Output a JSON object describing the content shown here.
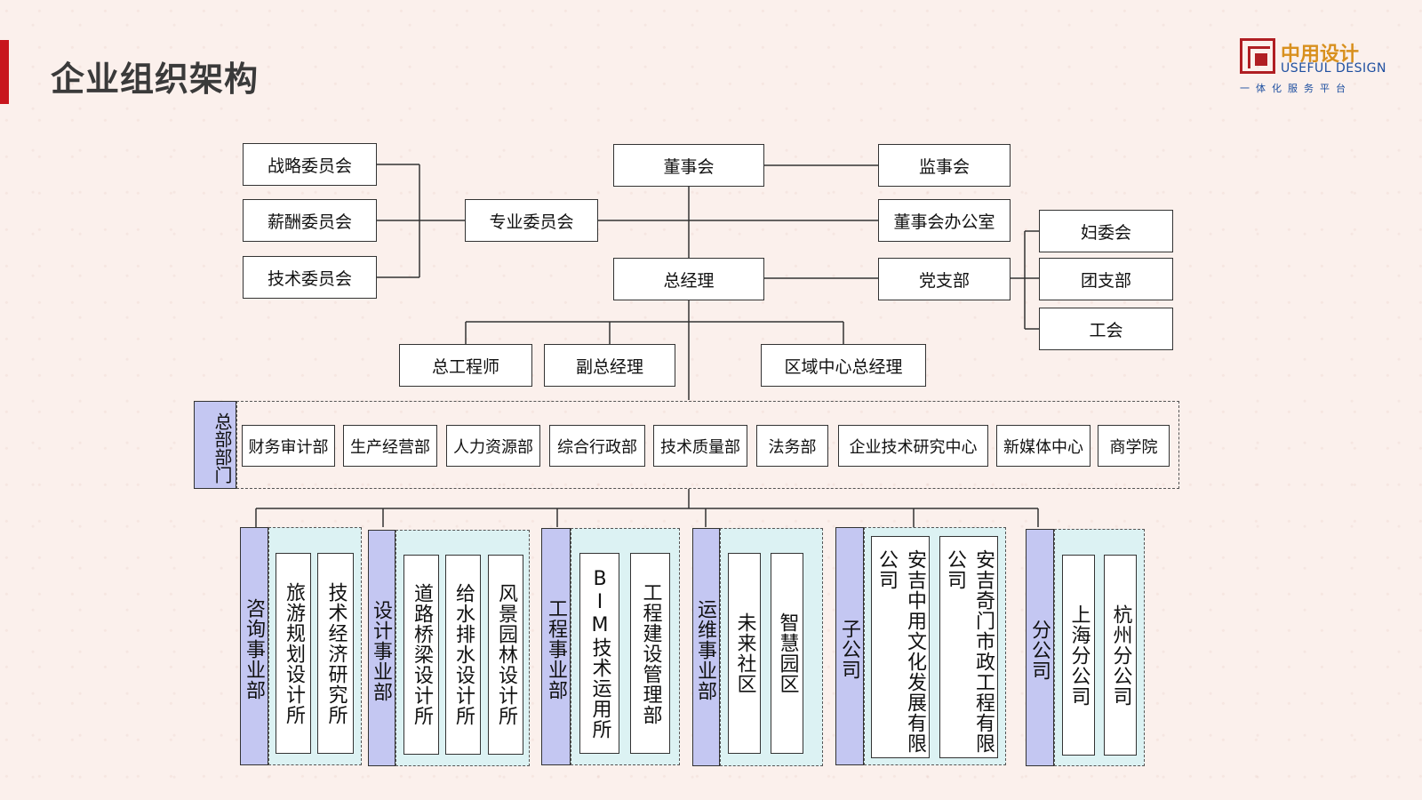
{
  "page_title": "企业组织架构",
  "logo": {
    "name_cn": "中用设计",
    "name_en": "USEFUL DESIGN",
    "tagline": "一体化服务平台"
  },
  "colors": {
    "accent": "#c8161d",
    "group_label": "#c4c7f2",
    "group_fill": "#dcf2f3"
  },
  "leadership": {
    "board": "董事会",
    "supervisory": "监事会",
    "committees": [
      "战略委员会",
      "薪酬委员会",
      "技术委员会"
    ],
    "professional_committee": "专业委员会",
    "board_office": "董事会办公室",
    "general_manager": "总经理",
    "party_branch": "党支部",
    "party_orgs": [
      "妇委会",
      "团支部",
      "工会"
    ],
    "deputies": [
      "总工程师",
      "副总经理",
      "区域中心总经理"
    ]
  },
  "headquarters": {
    "label": "总部部门",
    "departments": [
      "财务审计部",
      "生产经营部",
      "人力资源部",
      "综合行政部",
      "技术质量部",
      "法务部",
      "企业技术研究中心",
      "新媒体中心",
      "商学院"
    ]
  },
  "business_groups": [
    {
      "label": "咨询事业部",
      "units": [
        "旅游规划设计所",
        "技术经济研究所"
      ]
    },
    {
      "label": "设计事业部",
      "units": [
        "道路桥梁设计所",
        "给水排水设计所",
        "风景园林设计所"
      ]
    },
    {
      "label": "工程事业部",
      "units": [
        "BIM技术运用所",
        "工程建设管理部"
      ]
    },
    {
      "label": "运维事业部",
      "units": [
        "未来社区",
        "智慧园区"
      ]
    },
    {
      "label": "子公司",
      "units": [
        "安吉中用文化发展有限公司",
        "安吉奇门市政工程有限公司"
      ]
    },
    {
      "label": "分公司",
      "units": [
        "上海分公司",
        "杭州分公司"
      ]
    }
  ]
}
